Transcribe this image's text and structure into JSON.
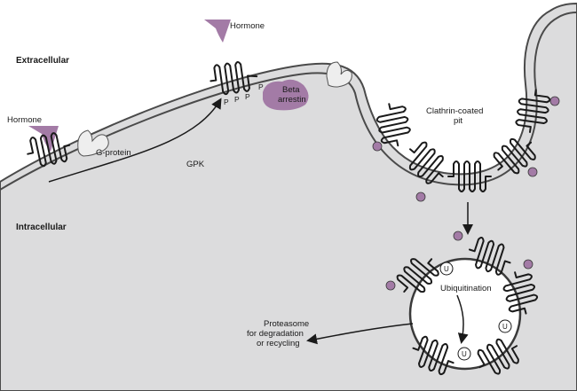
{
  "colors": {
    "cytoplasm": "#dcdcdd",
    "extracellular": "#ffffff",
    "membrane_stroke": "#3a3a3a",
    "purple": "#a37ba6",
    "purple_light": "#d4c2d6",
    "light_gray": "#eeeeee"
  },
  "labels": {
    "extracellular": "Extracellular",
    "intracellular": "Intracellular",
    "hormone_top": "Hormone",
    "hormone_left": "Hormone",
    "g_protein": "G-protein",
    "gpk": "GPK",
    "beta_arrestin_1": "Beta",
    "beta_arrestin_2": "arrestin",
    "clathrin_1": "Clathrin-coated",
    "clathrin_2": "pit",
    "ubiquitination": "Ubiquitination",
    "proteasome_1": "Proteasome",
    "proteasome_2": "for degradation",
    "proteasome_3": "or recycling",
    "phospho": "P",
    "ubiquitin": "U"
  },
  "icons": [
    "hormone-icon",
    "g-protein-icon",
    "beta-arrestin-icon",
    "receptor-icon",
    "ubiquitin-icon",
    "arrow-icon"
  ]
}
